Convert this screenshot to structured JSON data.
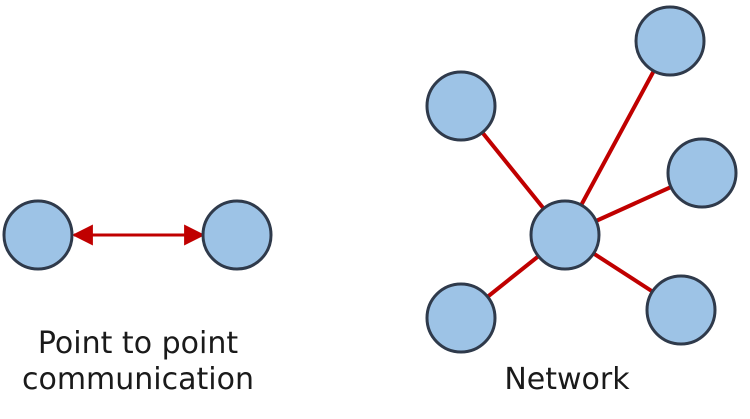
{
  "diagram": {
    "left": {
      "caption_line1": "Point to point",
      "caption_line2": "communication"
    },
    "right": {
      "caption": "Network"
    },
    "colors": {
      "node_fill": "#9dc3e6",
      "node_stroke": "#2f3a4b",
      "link": "#c00000"
    }
  }
}
